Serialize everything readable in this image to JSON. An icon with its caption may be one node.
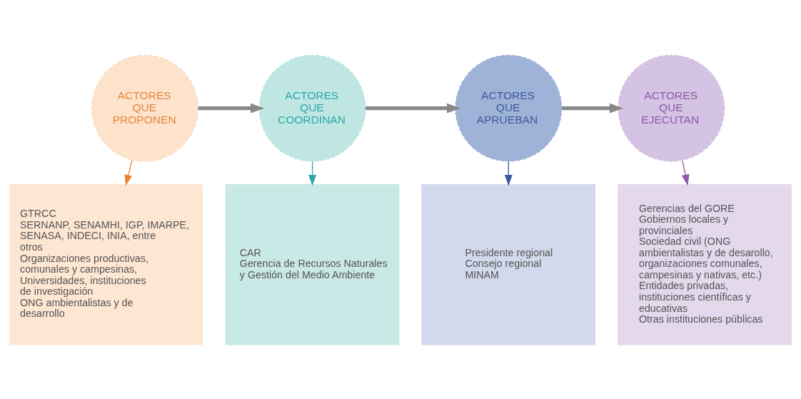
{
  "diagram": {
    "nodes": [
      {
        "text": [
          "ACTORES QUE PROPONEN"
        ]
      },
      {
        "text": [
          "ACTORES QUE COORDINAN"
        ]
      },
      {
        "text": [
          "ACTORES QUE APRUEBAN"
        ]
      },
      {
        "text": [
          "ACTORES QUE EJECUTAN"
        ]
      },
      {
        "text": [
          "GTRCC",
          "SERNANP, SENAMHI, IGP, IMARPE, SENASA, INDECI, INIA, entre otros",
          "Organizaciones productivas, comunales y campesinas,",
          "Universidades, instituciones de investigación",
          "ONG ambientalistas y de desarrollo"
        ]
      },
      {
        "text": [
          "CAR",
          "Gerencia de Recursos Naturales y Gestión del Medio Ambiente"
        ]
      },
      {
        "text": [
          "Presidente regional",
          "Consejo regional",
          "MINAM"
        ]
      },
      {
        "text": [
          "Gerencias del GORE",
          "Gobiernos locales y provinciales",
          "Sociedad civil (ONG ambientalistas y de desarollo, organizaciones comunales, campesinas y nativas, etc.)",
          "Entidades privadas, instituciones científicas y educativas",
          "Otras instituciones públicas"
        ]
      }
    ],
    "edges": [
      {
        "from": 0,
        "to": 1,
        "arrow": "to",
        "style": "thick"
      },
      {
        "from": 1,
        "to": 2,
        "arrow": "to",
        "style": "thick"
      },
      {
        "from": 2,
        "to": 3,
        "arrow": "to",
        "style": "thick"
      },
      {
        "from": 0,
        "to": 4,
        "arrow": "to",
        "color": "#e8843a"
      },
      {
        "from": 1,
        "to": 5,
        "arrow": "to",
        "color": "#2aa8a8"
      },
      {
        "from": 2,
        "to": 6,
        "arrow": "to",
        "color": "#3b5a9a"
      },
      {
        "from": 3,
        "to": 7,
        "arrow": "to",
        "color": "#8a5aa8"
      }
    ]
  }
}
